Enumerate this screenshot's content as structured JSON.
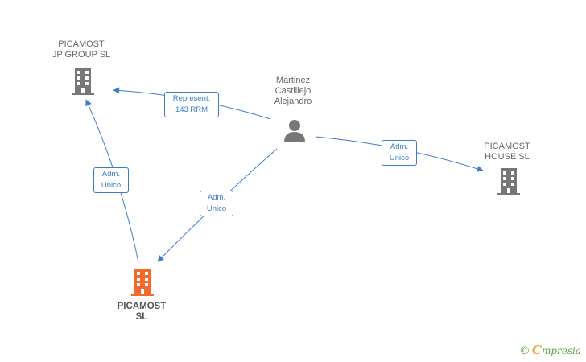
{
  "nodes": {
    "jp_group": {
      "line1": "PICAMOST",
      "line2": "JP GROUP  SL",
      "icon": "building-icon",
      "color": "#777777"
    },
    "person": {
      "line1": "Martinez",
      "line2": "Castillejo",
      "line3": "Alejandro",
      "icon": "person-icon",
      "color": "#777777"
    },
    "house": {
      "line1": "PICAMOST",
      "line2": "HOUSE  SL",
      "icon": "building-icon",
      "color": "#777777"
    },
    "main": {
      "line1": "PICAMOST",
      "line2": "SL",
      "icon": "building-icon",
      "color": "#f26a2e"
    }
  },
  "edges": {
    "represent": {
      "line1": "Represent.",
      "line2": "143 RRM"
    },
    "adm_house": {
      "line1": "Adm.",
      "line2": "Unico"
    },
    "adm_main": {
      "line1": "Adm.",
      "line2": "Unico"
    },
    "adm_jp": {
      "line1": "Adm.",
      "line2": "Unico"
    }
  },
  "colors": {
    "edge": "#3d7cc9"
  },
  "footer": {
    "copyright": "©",
    "brand_initial": "C",
    "brand_rest": "mpresia"
  }
}
